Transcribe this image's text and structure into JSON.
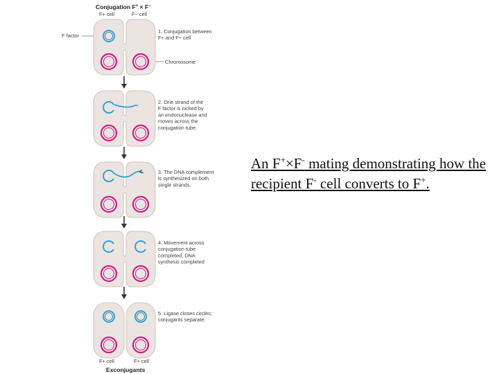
{
  "header": {
    "title_line1": "Conjugation F+ × F",
    "col_left": "F+ cell",
    "col_right": "F− cell"
  },
  "labels": {
    "f_factor": "F factor",
    "chromosome": "Chromosome"
  },
  "steps": [
    {
      "lines": [
        "1. Conjugation between",
        "F+ and F− cell"
      ]
    },
    {
      "lines": [
        "2. One strand of the",
        "F factor is nicked by",
        "an endonuclease and",
        "moves across the",
        "conjugation tube."
      ]
    },
    {
      "lines": [
        "3. The DNA complement",
        "is synthesized on both",
        "single strands."
      ]
    },
    {
      "lines": [
        "4. Movement across",
        "conjugation tube",
        "completed, DNA",
        "synthesis completed"
      ]
    },
    {
      "lines": [
        "5. Ligase closes circles;",
        "conjugants separate."
      ]
    }
  ],
  "footer": {
    "col_left": "F+ cell",
    "col_right": "F+ cell",
    "title": "Exconjugants"
  },
  "caption": {
    "p1": "An F",
    "s1": "+",
    "p2": "×F",
    "s2": "-",
    "p3": " mating demonstrating how the recipient F",
    "s3": "-",
    "p4": " cell converts to F",
    "s4": "+",
    "p5": "."
  },
  "colors": {
    "cell_fill": "#ebe4e1",
    "cell_stroke": "#cfc4bf",
    "chromosome": "#cc1f86",
    "plasmid": "#2ea3d4",
    "arrow": "#333333"
  }
}
